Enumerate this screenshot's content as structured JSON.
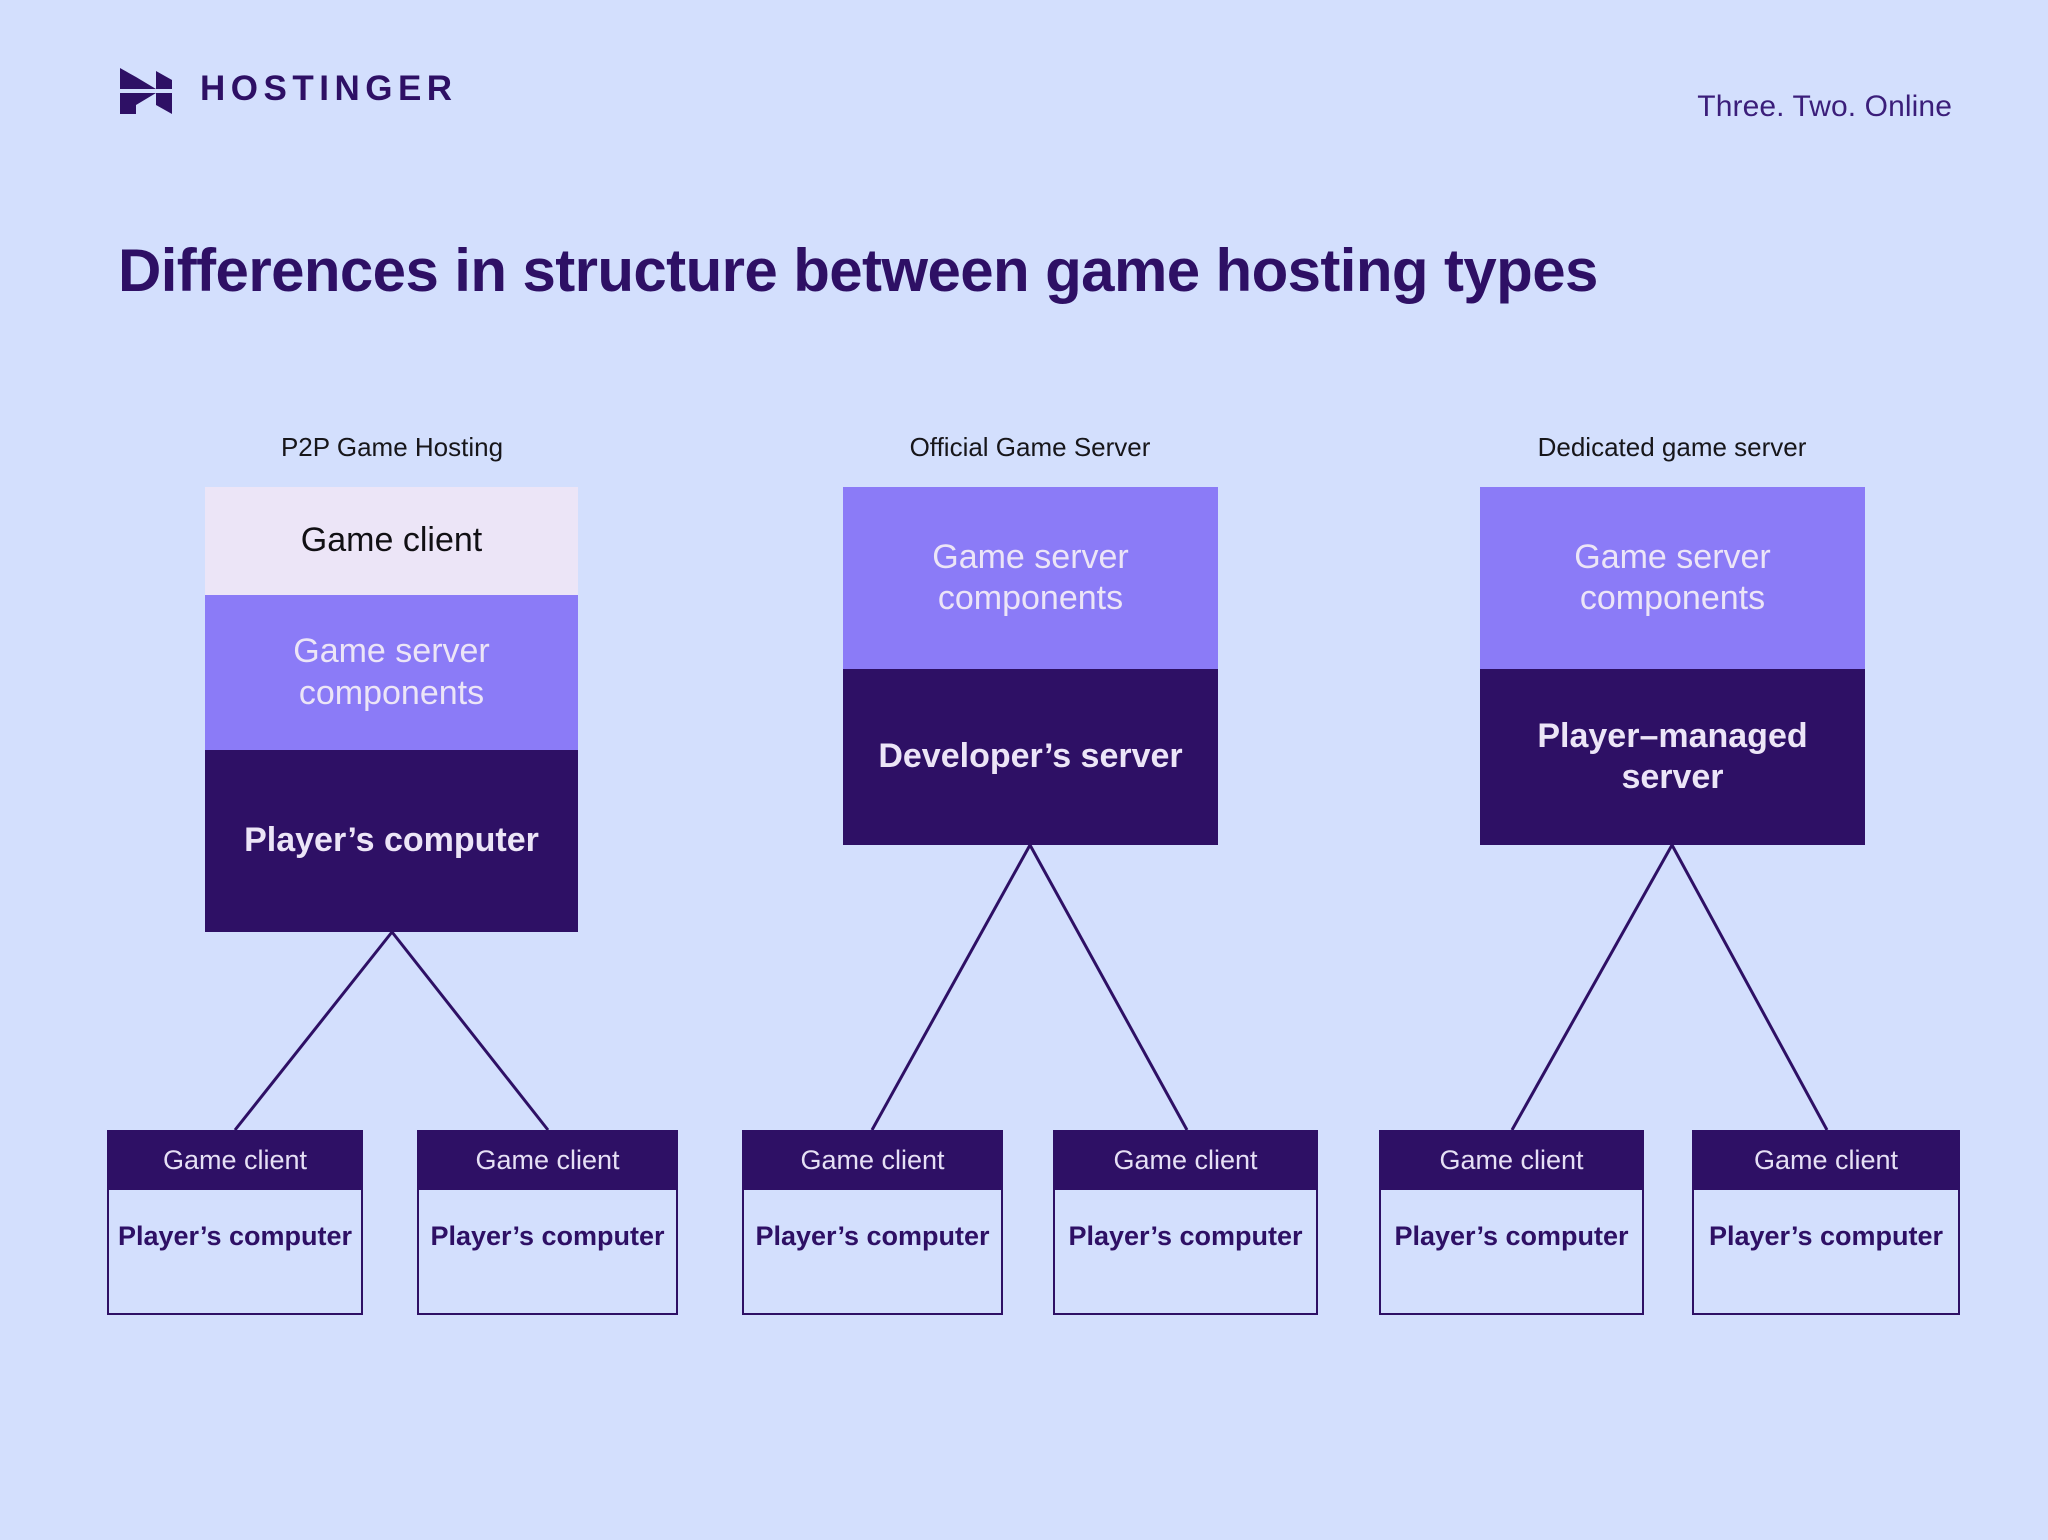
{
  "page": {
    "background_color": "#D3DFFD",
    "title": "Differences in structure between game hosting types"
  },
  "header": {
    "brand_name": "HOSTINGER",
    "logo_icon": "hostinger-h-logo-icon",
    "tagline": "Three. Two. Online"
  },
  "colors": {
    "background": "#D3DFFD",
    "dark_purple": "#2E1065",
    "medium_purple": "#8B7BF7",
    "light_lavender": "#ECE5F7",
    "text_dark": "#17161A"
  },
  "columns": [
    {
      "label": "P2P Game Hosting",
      "blocks": [
        {
          "text": "Game client",
          "style": "client-top"
        },
        {
          "text": "Game server components",
          "style": "components"
        },
        {
          "text": "Player’s computer",
          "style": "server"
        }
      ],
      "children": [
        {
          "head": "Game client",
          "body": "Player’s computer"
        },
        {
          "head": "Game client",
          "body": "Player’s computer"
        }
      ]
    },
    {
      "label": "Official Game Server",
      "blocks": [
        {
          "text": "Game server components",
          "style": "components"
        },
        {
          "text": "Developer’s server",
          "style": "server"
        }
      ],
      "children": [
        {
          "head": "Game client",
          "body": "Player’s computer"
        },
        {
          "head": "Game client",
          "body": "Player’s computer"
        }
      ]
    },
    {
      "label": "Dedicated game server",
      "blocks": [
        {
          "text": "Game server components",
          "style": "components"
        },
        {
          "text": "Player–managed server",
          "style": "server"
        }
      ],
      "children": [
        {
          "head": "Game client",
          "body": "Player’s computer"
        },
        {
          "head": "Game client",
          "body": "Player’s computer"
        }
      ]
    }
  ]
}
